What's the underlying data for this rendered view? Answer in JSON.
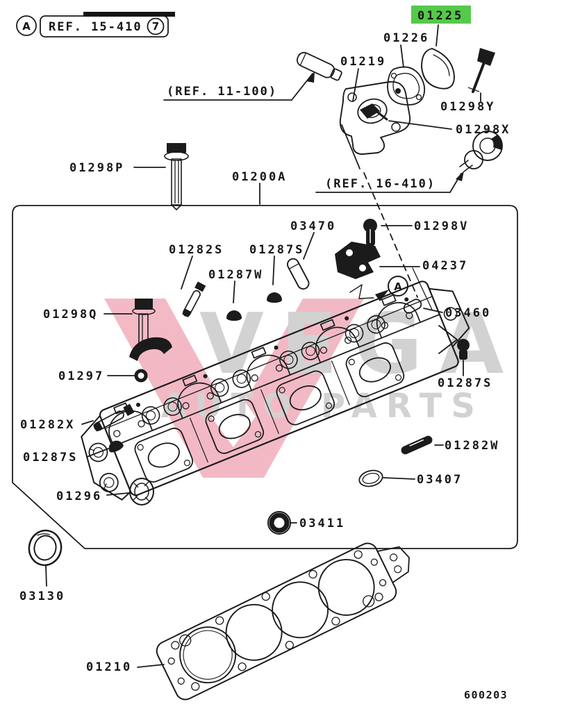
{
  "diagram": {
    "corner_marker": "A",
    "ref_box": {
      "label": "REF. 15-410",
      "number": "7"
    },
    "ref_11_100": "(REF. 11-100)",
    "ref_16_410": "(REF. 16-410)",
    "assembly_label": "01200A",
    "inner_marker": "A",
    "sheet_code": "600203",
    "highlight_color": "#55c94a",
    "highlighted_part": "01225",
    "parts": {
      "p01219": "01219",
      "p01226": "01226",
      "p01298Y": "01298Y",
      "p01298X": "01298X",
      "p01298P": "01298P",
      "p03470": "03470",
      "p01298V": "01298V",
      "p04237": "04237",
      "p01282S": "01282S",
      "p01287S_top": "01287S",
      "p01287W": "01287W",
      "p03460": "03460",
      "p01287S_right": "01287S",
      "p01298Q": "01298Q",
      "p01297": "01297",
      "p01282X": "01282X",
      "p01287S_left": "01287S",
      "p01296": "01296",
      "p01282W": "01282W",
      "p03407": "03407",
      "p03411": "03411",
      "p03130": "03130",
      "p01210": "01210"
    }
  },
  "watermark": {
    "line1": "VEGA",
    "line2": "AUTO PARTS",
    "logo_color": "#f2b6c2",
    "text_color": "#d0d0d0"
  }
}
